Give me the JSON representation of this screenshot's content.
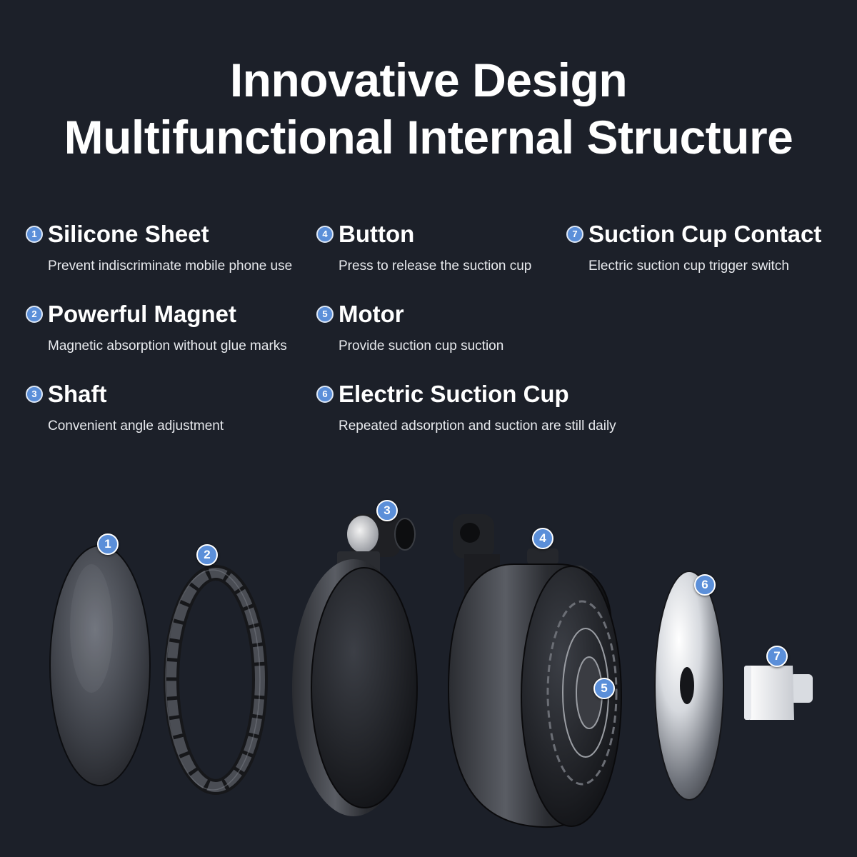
{
  "header": {
    "line1": "Innovative Design",
    "line2": "Multifunctional Internal Structure"
  },
  "features": [
    {
      "num": "1",
      "title": "Silicone Sheet",
      "desc": "Prevent indiscriminate mobile phone use"
    },
    {
      "num": "2",
      "title": "Powerful Magnet",
      "desc": "Magnetic absorption without glue marks"
    },
    {
      "num": "3",
      "title": "Shaft",
      "desc": "Convenient angle adjustment"
    },
    {
      "num": "4",
      "title": "Button",
      "desc": "Press to release the suction cup"
    },
    {
      "num": "5",
      "title": "Motor",
      "desc": "Provide suction cup suction"
    },
    {
      "num": "6",
      "title": "Electric Suction Cup",
      "desc": "Repeated adsorption and suction are still daily"
    },
    {
      "num": "7",
      "title": "Suction Cup Contact",
      "desc": "Electric suction cup trigger switch"
    }
  ],
  "callouts": [
    "1",
    "2",
    "3",
    "4",
    "5",
    "6",
    "7"
  ],
  "colors": {
    "background": "#1c2029",
    "accent": "#5b8fd9",
    "text": "#ffffff"
  }
}
